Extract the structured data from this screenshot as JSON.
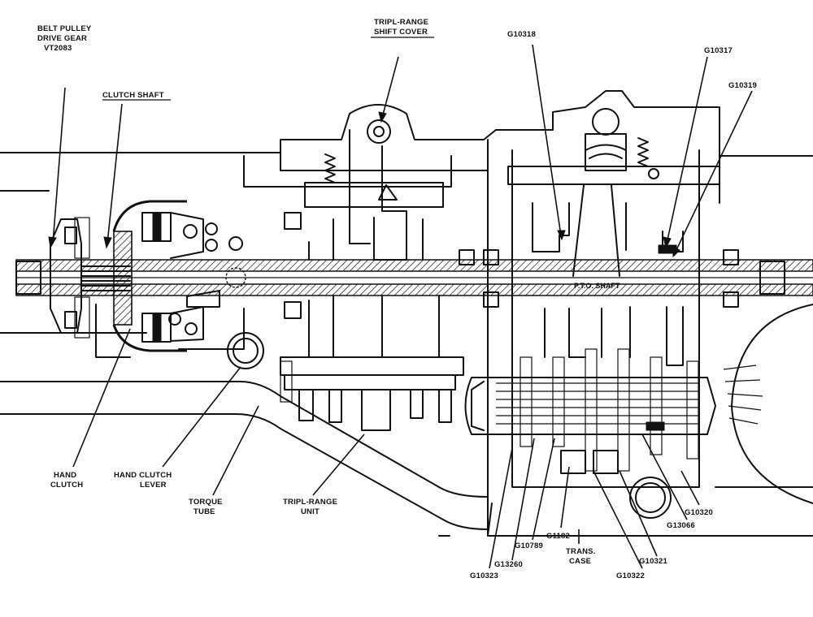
{
  "labels": {
    "belt_pulley_1": "BELT PULLEY",
    "belt_pulley_2": "DRIVE GEAR",
    "belt_pulley_3": "VT2083",
    "clutch_shaft": "CLUTCH SHAFT",
    "shift_cover_1": "TRIPL-RANGE",
    "shift_cover_2": "SHIFT COVER",
    "g10318": "G10318",
    "g10317": "G10317",
    "g10319": "G10319",
    "pto_shaft": "P.T.O. SHAFT",
    "hand_clutch_1": "HAND",
    "hand_clutch_2": "CLUTCH",
    "hand_clutch_lever_1": "HAND CLUTCH",
    "hand_clutch_lever_2": "LEVER",
    "torque_tube_1": "TORQUE",
    "torque_tube_2": "TUBE",
    "tripl_range_unit_1": "TRIPL-RANGE",
    "tripl_range_unit_2": "UNIT",
    "g10323": "G10323",
    "g13260": "G13260",
    "g10789": "G10789",
    "g1182": "G1182",
    "trans_case_1": "TRANS.",
    "trans_case_2": "CASE",
    "g10322": "G10322",
    "g10321": "G10321",
    "g13066": "G13066",
    "g10320": "G10320"
  }
}
